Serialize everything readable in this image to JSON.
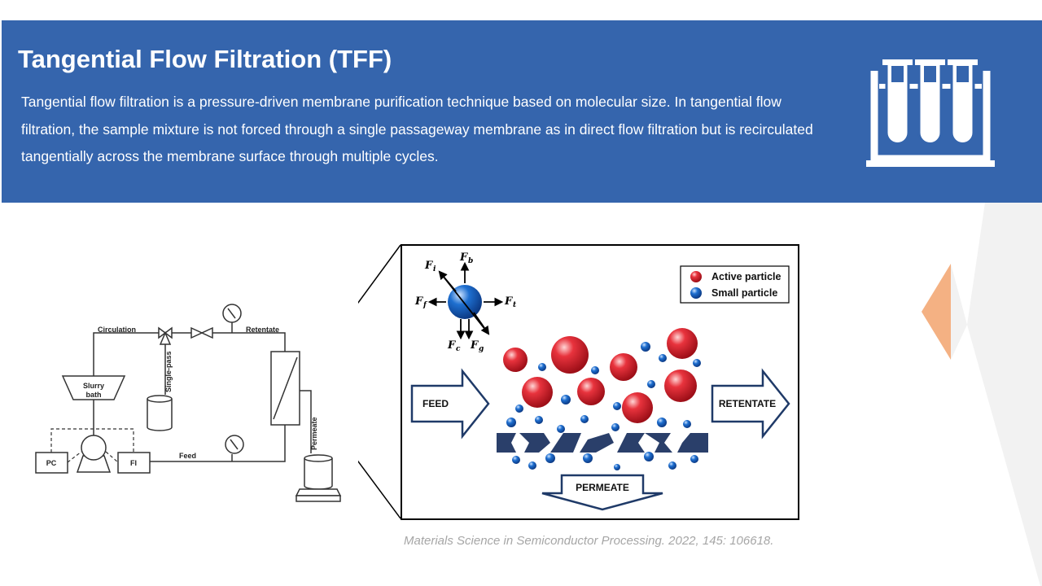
{
  "header": {
    "title": "Tangential Flow Filtration (TFF)",
    "description": "Tangential flow filtration is a pressure-driven membrane purification technique based on molecular size. In tangential flow filtration, the sample mixture is not forced through a single passageway membrane as in direct flow filtration but is recirculated tangentially across the membrane surface through multiple cycles."
  },
  "process_diagram": {
    "circulation": "Circulation",
    "retentate": "Retentate",
    "single_pass": "Single-pass",
    "slurry_line1": "Slurry",
    "slurry_line2": "bath",
    "pc": "PC",
    "fi": "FI",
    "feed": "Feed",
    "permeate": "Permeate"
  },
  "detail_diagram": {
    "legend": {
      "active": "Active particle",
      "small": "Small particle"
    },
    "forces": {
      "fi": "F",
      "fi_sub": "i",
      "fb": "F",
      "fb_sub": "b",
      "ff": "F",
      "ff_sub": "f",
      "ft": "F",
      "ft_sub": "t",
      "fc": "F",
      "fc_sub": "c",
      "fg": "F",
      "fg_sub": "g"
    },
    "feed": "FEED",
    "retentate": "RETENTATE",
    "permeate": "PERMEATE"
  },
  "citation": "Materials Science in Semiconductor Processing. 2022, 145: 106618.",
  "colors": {
    "header_bg": "#3565ad",
    "accent": "#f4b183",
    "active_particle": "#d9232e",
    "small_particle": "#1e6fd0",
    "arrow_outline": "#1f3a68"
  }
}
